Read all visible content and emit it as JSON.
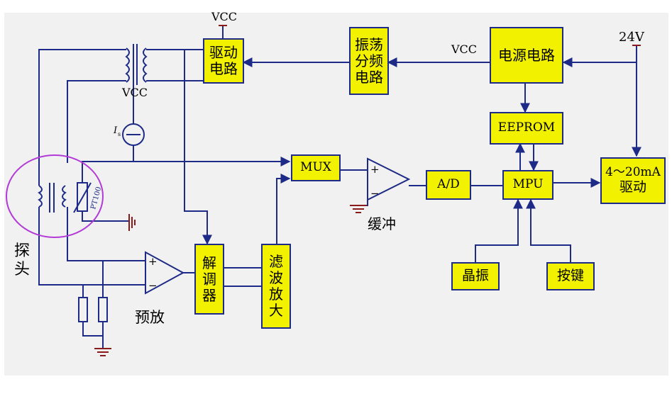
{
  "blocks": {
    "drive": "驱动\n电路",
    "osc": "振\n荡\n分\n频\n电\n路",
    "osc_cols": [
      "振荡",
      "分频",
      "电路"
    ],
    "power": "电源电路",
    "eeprom": "EEPROM",
    "mux": "MUX",
    "ad": "A/D",
    "mpu": "MPU",
    "output": "4～20mA\n驱动",
    "output_line1": "4～20mA",
    "output_line2": "驱动",
    "demod": [
      "解",
      "调",
      "器"
    ],
    "filter": [
      "滤",
      "波",
      "放",
      "大"
    ],
    "crystal": "晶振",
    "keys": "按键"
  },
  "labels": {
    "vcc_top": "VCC",
    "vcc_mid": "VCC",
    "vcc_right": "VCC",
    "v24": "24V",
    "probe": [
      "探",
      "头"
    ],
    "buffer": "缓冲",
    "preamp": "预放",
    "pt100": "PT100",
    "current_source": "I",
    "current_sub": "s",
    "plus": "+",
    "minus": "−"
  },
  "colors": {
    "block_fill": "#f2f200",
    "line": "#1e2a88",
    "probe_ellipse": "#b23ad6",
    "ground": "#8b1a1a"
  }
}
